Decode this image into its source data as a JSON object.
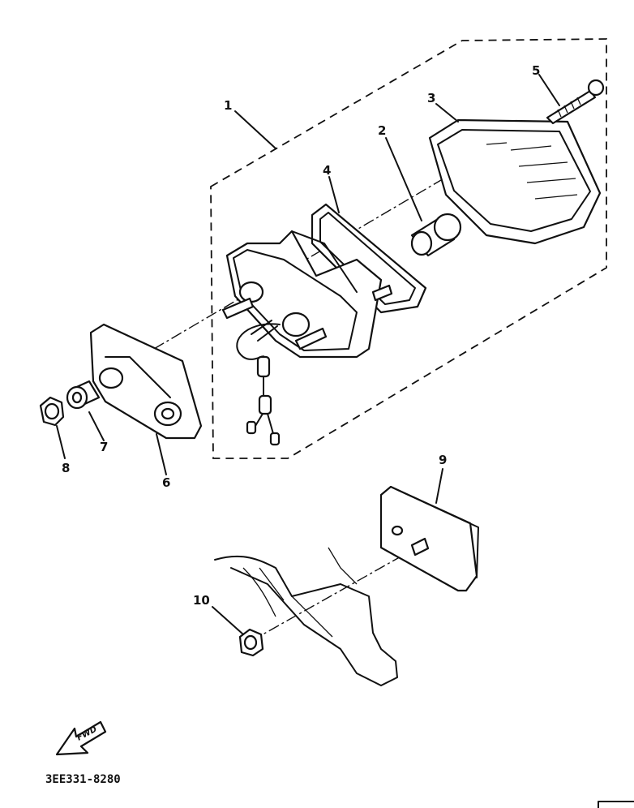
{
  "callouts": [
    "1",
    "2",
    "3",
    "4",
    "5",
    "6",
    "7",
    "8",
    "9",
    "10"
  ],
  "direction_label": "FWD",
  "drawing_code": "3EE331-8280"
}
